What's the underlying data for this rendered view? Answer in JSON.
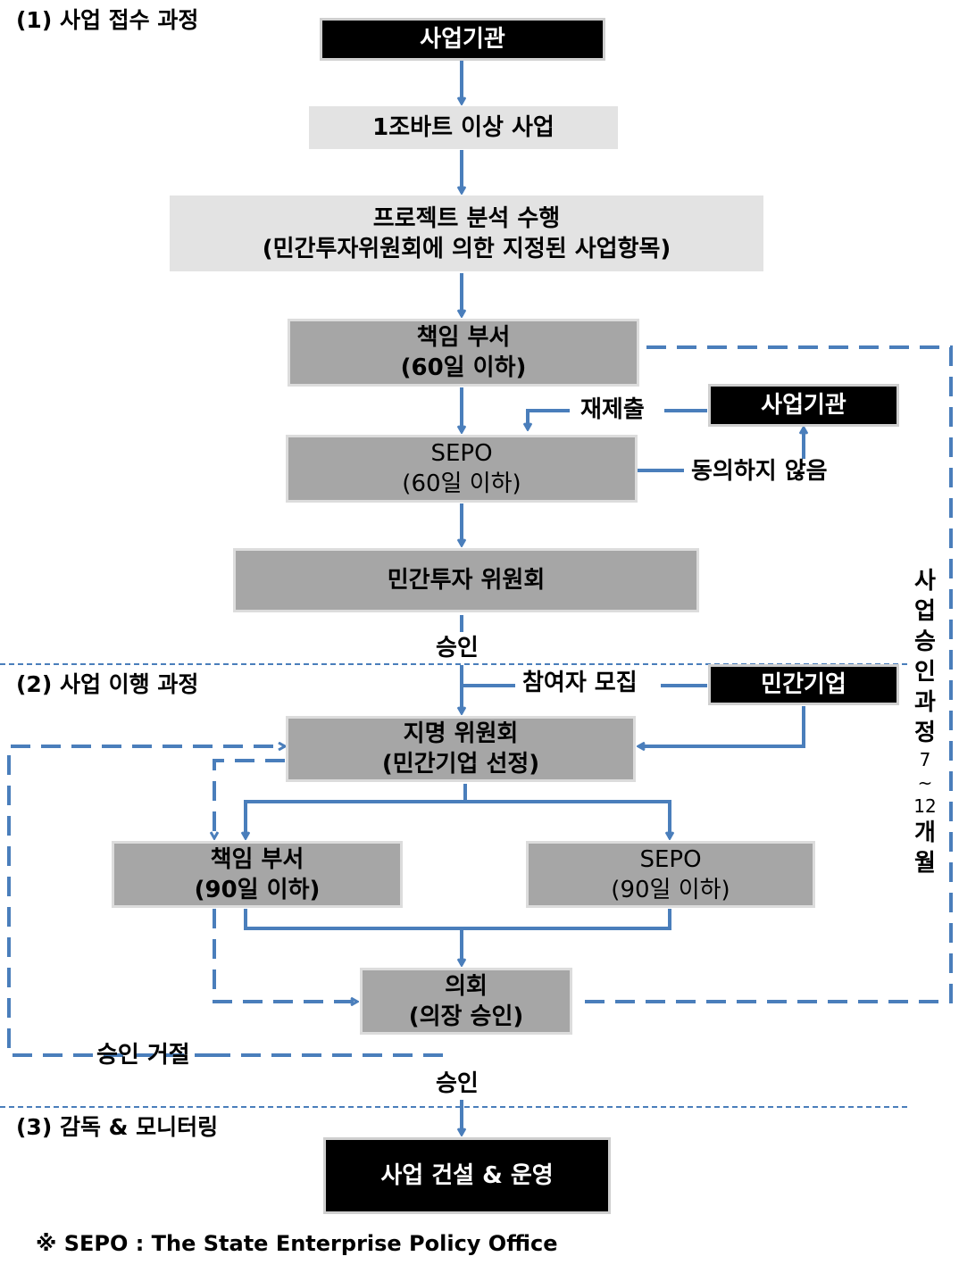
{
  "colors": {
    "arrow": "#4a7ebb",
    "dark_box": "#000000",
    "mid_box": "#a6a6a6",
    "light_box": "#e3e3e3"
  },
  "sections": {
    "s1": "(1) 사업 접수 과정",
    "s2": "(2) 사업 이행 과정",
    "s3": "(3) 감독 & 모니터링"
  },
  "boxes": {
    "agency_top": "사업기관",
    "over_1t": "1조바트 이상 사업",
    "analysis_l1": "프로젝트 분석 수행",
    "analysis_l2": "(민간투자위원회에 의한 지정된 사업항목)",
    "resp1_l1": "책임 부서",
    "resp1_l2": "(60일 이하)",
    "sepo1_l1": "SEPO",
    "sepo1_l2": "(60일 이하)",
    "agency_side": "사업기관",
    "ppp_committee": "민간투자 위원회",
    "private_corp": "민간기업",
    "nomination_l1": "지명 위원회",
    "nomination_l2": "(민간기업 선정)",
    "resp2_l1": "책임 부서",
    "resp2_l2": "(90일 이하)",
    "sepo2_l1": "SEPO",
    "sepo2_l2": "(90일 이하)",
    "council_l1": "의회",
    "council_l2": "(의장 승인)",
    "construction": "사업 건설 & 운영"
  },
  "labels": {
    "resubmit": "재제출",
    "disagree": "동의하지 않음",
    "approve1": "승인",
    "recruit": "참여자 모집",
    "reject": "승인 거절",
    "approve2": "승인"
  },
  "vertical_label": [
    "사",
    "업",
    "승",
    "인",
    "과",
    "정",
    "7",
    "~",
    "12",
    "개",
    "월"
  ],
  "footnote": "※ SEPO : The State Enterprise Policy Office"
}
